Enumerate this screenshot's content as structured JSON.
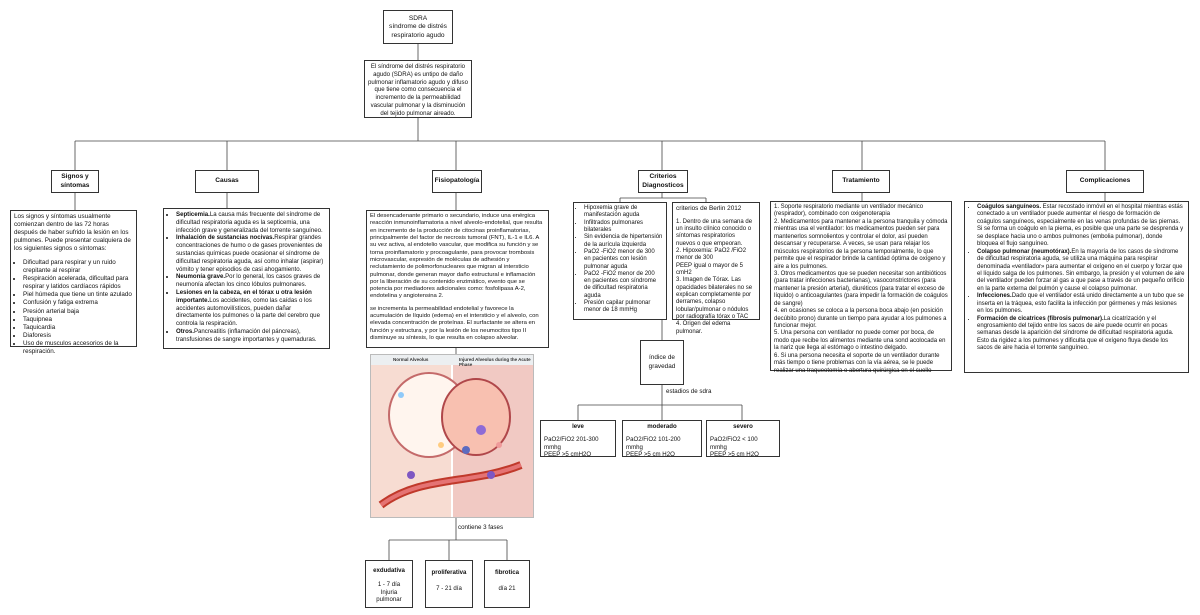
{
  "root": {
    "title": "SDRA",
    "subtitle": "síndrome de distrés respiratorio agudo"
  },
  "definition": "El síndrome del distrés respiratorio agudo (SDRA) es untipo de daño pulmonar inflamatorio agudo y difuso que tiene como consecuencia el incremento de la permeabilidad vascular pulmonar y la disminución del tejido pulmonar aireado.",
  "branches": {
    "signos": {
      "title": "Signos y síntomas",
      "intro": "Los signos y síntomas usualmente comienzan dentro de las 72 horas después de haber sufrido la lesión en los pulmones. Puede presentar cualquiera de los siguientes signos o síntomas:",
      "items": [
        "Dificultad para respirar y un ruido crepitante al respirar",
        "Respiración acelerada, dificultad para respirar y latidos cardíacos rápidos",
        "Piel húmeda que tiene un tinte azulado",
        "Confusión y fatiga extrema",
        "Presión arterial baja",
        "Taquipnea",
        "Taquicardia",
        "Diaforesis",
        "Uso de musculos accesorios de la respiración."
      ]
    },
    "causas": {
      "title": "Causas",
      "items": [
        {
          "bold": "Septicemia.",
          "text": "La causa más frecuente del síndrome de dificultad respiratoria aguda es la septicemia, una infección grave y generalizada del torrente sanguíneo."
        },
        {
          "bold": "Inhalación de sustancias nocivas.",
          "text": "Respirar grandes concentraciones de humo o de gases provenientes de sustancias químicas puede ocasionar el síndrome de dificultad respiratoria aguda, así como inhalar (aspirar) vómito y tener episodios de casi ahogamiento."
        },
        {
          "bold": "Neumonía grave.",
          "text": "Por lo general, los casos graves de neumonía afectan los cinco lóbulos pulmonares."
        },
        {
          "bold": "Lesiones en la cabeza, en el tórax u otra lesión importante.",
          "text": "Los accidentes, como las caídas o los accidentes automovilísticos, pueden dañar directamente los pulmones o la parte del cerebro que controla la respiración."
        },
        {
          "bold": "Otros.",
          "text": "Pancreatitis (inflamación del páncreas), transfusiones de sangre importantes y quemaduras."
        }
      ]
    },
    "fisio": {
      "title": "Fisiopatología",
      "text1": "El desencadenante primario o secundario, induce una enérgica reacción inmunoinflamatoria a nivel alveolo-endotelial, que resulta en incremento de la producción de citocinas proinflamatorias, principalmente del factor de necrosis tumoral (FNT), IL-1 e IL6. A su vez activa, al endotelio vascular, que modifica su función y se torna proinflamatorio y procoagulante, para provocar trombosis microvascular, expresión de moléculas de adhesión y reclutamiento de polimorfonucleares que migran al intersticio pulmonar, donde generan mayor daño estructural e inflamación por la liberación de su contenido enzimático, evento que se potencia por mediadores adicionales como: fosfolipasa A-2, endotelina y angiotensina 2.",
      "text2": "se incrementa la permeabilidad endotelial y favorece la acumulación de líquido (edema) en el intersticio y el alveolo, con elevada concentración de proteínas. El surfactante se altera en función y estructura, y por la lesión de los neumocitos tipo II disminuye su síntesis, lo que resulta en colapso alveolar.",
      "figure": {
        "left_label": "Normal Alveolus",
        "right_label": "Injured Alveolus during the Acute Phase"
      },
      "phases_label": "contiene 3 fases",
      "phases": [
        {
          "title": "exdudativa",
          "detail": "1 - 7 día Injuria pulmonar"
        },
        {
          "title": "proliferativa",
          "detail": "7 - 21 día"
        },
        {
          "title": "fibrotica",
          "detail": "día 21"
        }
      ]
    },
    "criterios": {
      "title": "Criterios Diagnosticos",
      "left_items": [
        "Hipoxemia grave de manifestación aguda",
        "Infiltrados pulmonares bilaterales",
        "Sin evidencia de hipertensión de la aurícula izquierda",
        "PaO2 -FiO2  menor de 300 en pacientes con lesión pulmonar aguda",
        "PaO2 -FiO2  menor de 200 en pacientes con síndrome de dificultad respiratoria aguda",
        "Presión capilar pulmonar menor de 18 mmHg"
      ],
      "berlin_title": "criterios de Berlin 2012",
      "berlin_items": [
        "1. Dentro de una semana de un insulto clínico conocido o síntomas respiratorios nuevos o que empeoran.",
        "2. Hipoxemia: PaO2 /FiO2 menor de 300",
        "PEEP igual o mayor de 5 cmH2",
        "3. Imagen de Tórax. Las opacidades bilaterales no se explican completamente por derrames, colapso lobular/pulmonar o nódulos por radiografía  tórax o TAC",
        "4. Origen del edema pulmonar."
      ],
      "index_label": "índice de gravedad",
      "stages_label": "estadios de sdra",
      "stages": [
        {
          "title": "leve",
          "line1": "PaO2/FiO2 201-300 mmhg",
          "line2": "PEEP >5  cmH2O"
        },
        {
          "title": "moderado",
          "line1": "PaO2/FiO2 101-200 mmhg",
          "line2": "PEEP >5 cm H2O"
        },
        {
          "title": "severo",
          "line1": "PaO2/FiO2 < 100 mmhg",
          "line2": "PEEP >5 cm H2O"
        }
      ]
    },
    "tratamiento": {
      "title": "Tratamiento",
      "items": [
        "1. Soporte respiratorio mediante un ventilador mecánico (respirador), combinado con oxigenoterapia",
        "2. Medicamentos para mantener a la persona tranquila y cómoda mientras usa el ventilador: los medicamentos pueden ser para mantenerlos somnolientos y controlar el dolor, así pueden descansar y recuperarse. A veces, se usan para relajar los músculos respiratorios de la persona temporalmente, lo que permite que el respirador brinde la cantidad óptima de oxígeno y aire a los pulmones.",
        "3. Otros medicamentos que se pueden necesitar son antibióticos (para tratar infecciones bacterianas), vasoconstrictores (para mantener la presión arterial), diuréticos (para tratar el exceso de líquido) o anticoagulantes (para impedir la formación de coágulos de sangre)",
        "4. en ocasiones se coloca a la persona boca abajo (en posición decúbito prono) durante un tiempo para ayudar a los pulmones a funcionar mejor.",
        "5. Una persona con ventilador no puede comer por boca, de modo que recibe los alimentos mediante una sond acolocada en la nariz que llega al estómago o intestino delgado.",
        "6. Si una persona necesita el soporte de un ventilador durante más tiempo o tiene problemas con la vía aérea, se le puede realizar una traqueotomía o abertura quirúrgica en el cuello"
      ]
    },
    "complicaciones": {
      "title": "Complicaciones",
      "items": [
        {
          "bold": "Coágulos sanguíneos.",
          "text": " Estar recostado inmóvil en el hospital mientras estás conectado a un ventilador puede aumentar el riesgo de formación de coágulos sanguíneos, especialmente en las venas profundas de las piernas. Si se forma un coágulo en la pierna, es posible que una parte se desprenda y se desplace hacia uno o ambos pulmones (embolia pulmonar), donde bloquea el flujo sanguíneo."
        },
        {
          "bold": "Colapso pulmonar (neumotórax).",
          "text": "En la mayoría de los casos de síndrome de dificultad respiratoria aguda, se utiliza una máquina para respirar denominada «ventilador» para aumentar el oxígeno en el cuerpo y forzar que el líquido salga de los pulmones. Sin embargo, la presión y el volumen de aire del ventilador pueden forzar al gas a que pase a través de un pequeño orificio en la parte externa del pulmón y cause el colapso pulmonar."
        },
        {
          "bold": "Infecciones.",
          "text": "Dado que el ventilador está unido directamente a un tubo que se inserta en la tráquea, esto facilita la infección por gérmenes y más lesiones en los pulmones."
        },
        {
          "bold": "Formación de cicatrices (fibrosis pulmonar).",
          "text": "La cicatrización y el engrosamiento del tejido entre los sacos de aire puede ocurrir en pocas semanas desde la aparición del síndrome de dificultad respiratoria aguda. Esto da rigidez a los pulmones y dificulta que el oxígeno fluya desde los sacos de aire hacia el torrente sanguíneo."
        }
      ]
    }
  }
}
